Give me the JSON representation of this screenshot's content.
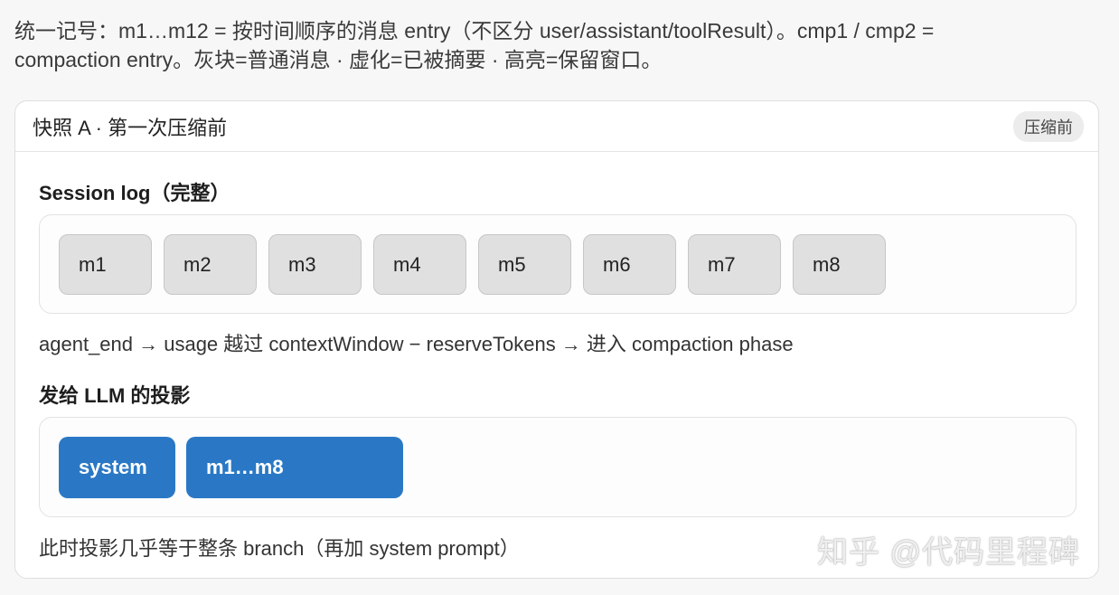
{
  "legend": {
    "line1": "统一记号：m1…m12 = 按时间顺序的消息 entry（不区分 user/assistant/toolResult）。cmp1 / cmp2 =",
    "line2": "compaction entry。灰块=普通消息 · 虚化=已被摘要 · 高亮=保留窗口。"
  },
  "card": {
    "title": "快照 A · 第一次压缩前",
    "badge": "压缩前"
  },
  "session_log": {
    "title": "Session log（完整）",
    "messages": [
      "m1",
      "m2",
      "m3",
      "m4",
      "m5",
      "m6",
      "m7",
      "m8"
    ]
  },
  "transition_note": "agent_end → usage 越过 contextWindow − reserveTokens → 进入 compaction phase",
  "projection": {
    "title": "发给 LLM 的投影",
    "system_label": "system",
    "range_label": "m1…m8",
    "note": "此时投影几乎等于整条 branch（再加 system prompt）"
  },
  "watermark": "知乎 @代码里程碑",
  "colors": {
    "chip_gray": "#e0e0e0",
    "chip_blue": "#2a78c5"
  }
}
